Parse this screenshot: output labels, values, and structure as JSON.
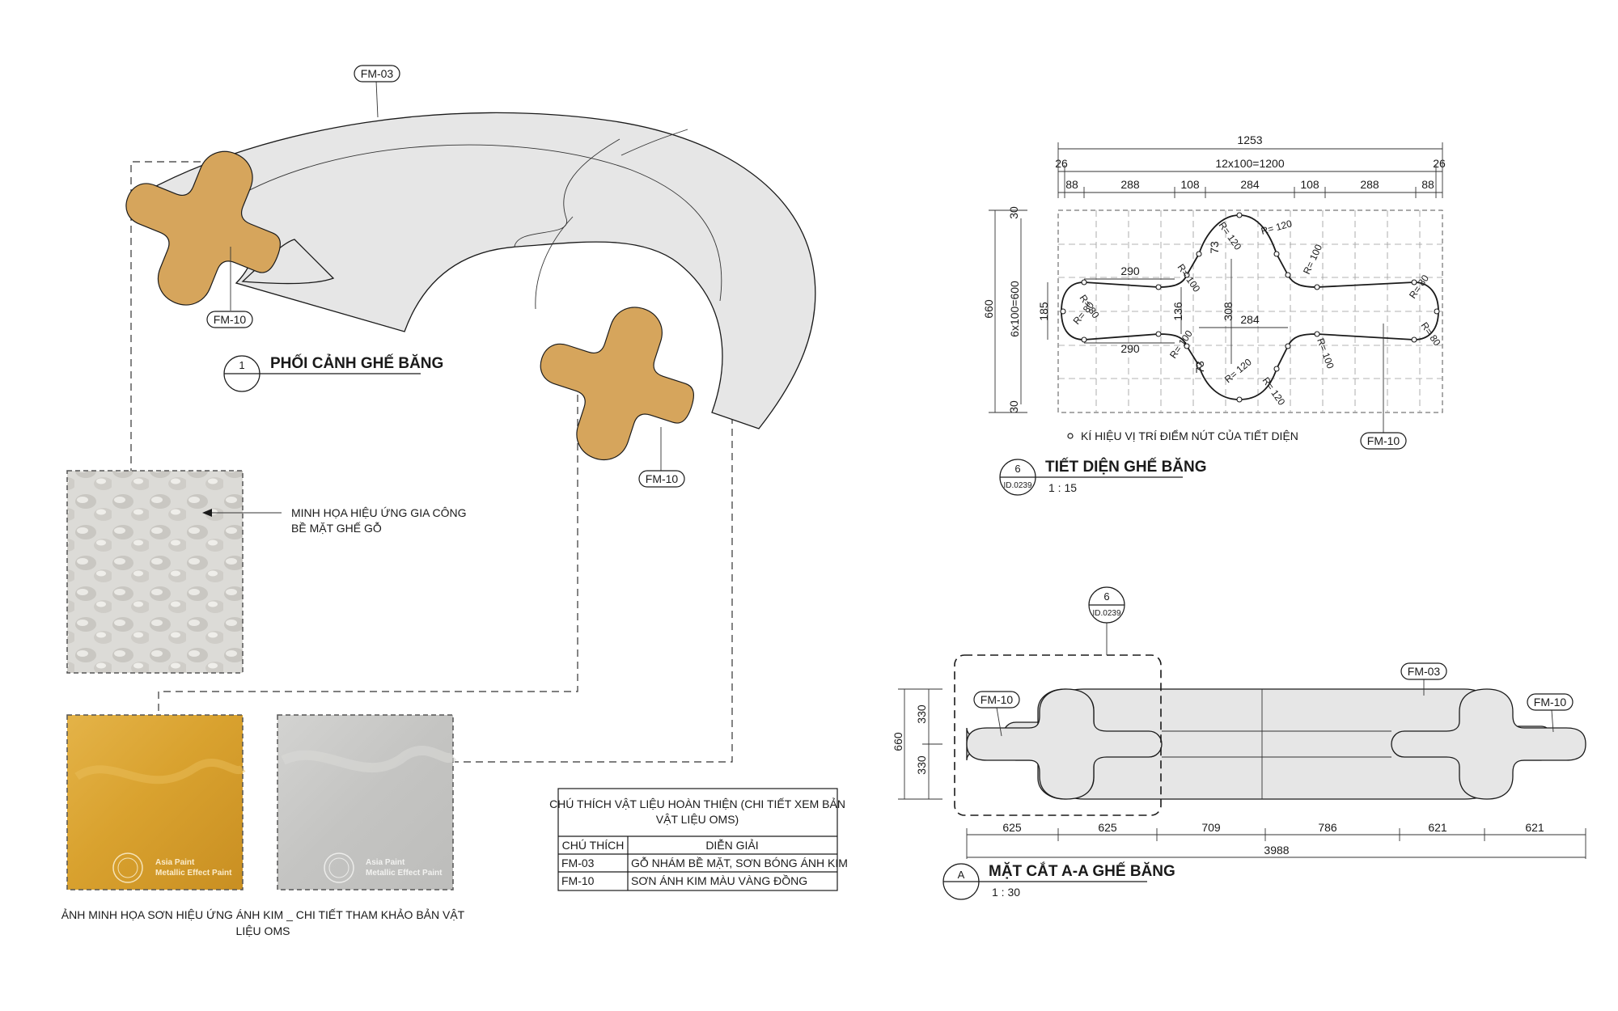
{
  "tags": {
    "fm03": "FM-03",
    "fm10": "FM-10"
  },
  "view1": {
    "number": "1",
    "title": "PHỐI CẢNH GHẾ BĂNG"
  },
  "view6": {
    "number": "6",
    "ref": "ID.0239",
    "title": "TIẾT DIỆN GHẾ BĂNG",
    "scale": "1 : 15",
    "legend": "KÍ HIỆU VỊ TRÍ ĐIỂM NÚT CỦA TIẾT DIỆN",
    "dims": {
      "total": "1253",
      "grid": "12x100=1200",
      "edge_left": "26",
      "edge_right": "26",
      "segments": [
        "88",
        "288",
        "108",
        "284",
        "108",
        "288",
        "88"
      ],
      "height": "660",
      "height_grid": "6x100=600",
      "top_margin": "30",
      "bottom_margin": "30",
      "neck": "185",
      "d136": "136",
      "d308": "308",
      "d284": "284",
      "d290_top": "290",
      "d290_bottom": "290",
      "d73_top": "73",
      "d73_bottom": "73",
      "radii": [
        "R= 80",
        "R= 80",
        "R= 100",
        "R= 100",
        "R= 120",
        "R= 120",
        "R= 120",
        "R= 120",
        "R= 100",
        "R= 100",
        "R= 80",
        "R= 80"
      ]
    }
  },
  "viewA": {
    "letter": "A",
    "title": "MẶT CẮT A-A GHẾ BĂNG",
    "scale": "1 : 30",
    "detail_ref_number": "6",
    "detail_ref_sheet": "ID.0239",
    "dims": {
      "height": "660",
      "half_top": "330",
      "half_bottom": "330",
      "segments": [
        "625",
        "625",
        "709",
        "786",
        "621",
        "621"
      ],
      "total": "3988"
    }
  },
  "callouts": {
    "texture_line1": "MINH HỌA HIỆU ỨNG GIA CÔNG",
    "texture_line2": "BỀ MẶT GHẾ GỖ",
    "paint_line1": "ẢNH MINH HỌA SƠN HIỆU ỨNG ÁNH KIM _ CHI TIẾT THAM KHẢO BẢN VẬT",
    "paint_line2": "LIỆU OMS"
  },
  "swatches": {
    "brand_line1": "Asia Paint",
    "brand_line2": "Metallic Effect Paint",
    "gold_color": "#dba636",
    "silver_color": "#c8c8c6",
    "wood_color": "#dcdbd7"
  },
  "material_table": {
    "title_line1": "CHÚ THÍCH VẬT LIỆU HOÀN THIỆN (CHI TIẾT XEM BẢN",
    "title_line2": "VẬT LIỆU OMS)",
    "headers": [
      "CHÚ THÍCH",
      "DIỄN GIẢI"
    ],
    "rows": [
      [
        "FM-03",
        "GỖ NHÁM BỀ MẶT, SƠN BÓNG ÁNH KIM"
      ],
      [
        "FM-10",
        "SƠN ÁNH KIM MÀU VÀNG ĐỒNG"
      ]
    ]
  }
}
